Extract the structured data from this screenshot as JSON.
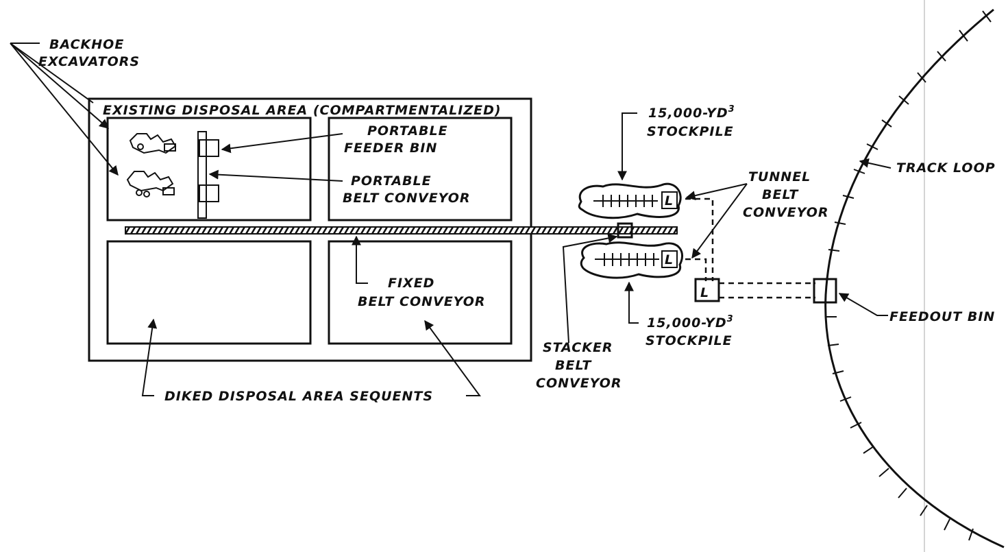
{
  "labels": {
    "backhoe_line1": "BACKHOE",
    "backhoe_line2": "EXCAVATORS",
    "existing_area": "EXISTING DISPOSAL AREA (COMPARTMENTALIZED)",
    "feeder_line1": "PORTABLE",
    "feeder_line2": "FEEDER BIN",
    "portable_conv_line1": "PORTABLE",
    "portable_conv_line2": "BELT CONVEYOR",
    "fixed_line1": "FIXED",
    "fixed_line2": "BELT CONVEYOR",
    "diked": "DIKED DISPOSAL AREA SEQUENTS",
    "stockpile_top_line1": "15,000-YD",
    "stockpile_top_sup": "3",
    "stockpile_top_line2": "STOCKPILE",
    "stockpile_bottom_line1": "15,000-YD",
    "stockpile_bottom_sup": "3",
    "stockpile_bottom_line2": "STOCKPILE",
    "tunnel_line1": "TUNNEL",
    "tunnel_line2": "BELT",
    "tunnel_line3": "CONVEYOR",
    "stacker_line1": "STACKER",
    "stacker_line2": "BELT",
    "stacker_line3": "CONVEYOR",
    "track_loop": "TRACK LOOP",
    "feedout_bin": "FEEDOUT BIN",
    "loader_mark": "L"
  }
}
